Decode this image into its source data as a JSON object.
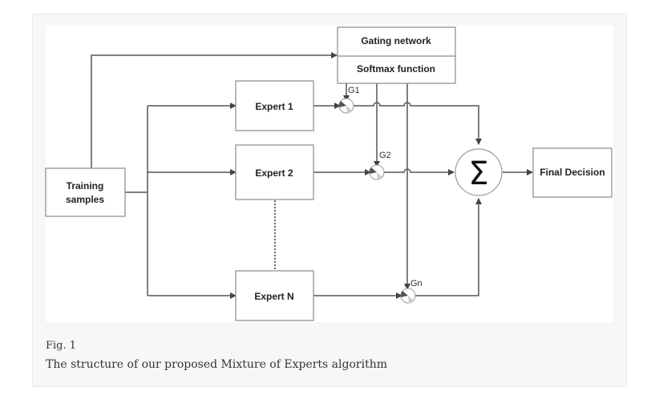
{
  "figure": {
    "label": "Fig. 1",
    "caption": "The structure of our proposed Mixture of Experts algorithm"
  },
  "diagram": {
    "nodes": {
      "training": [
        "Training",
        "samples"
      ],
      "gating": "Gating network",
      "softmax": "Softmax function",
      "expert1": "Expert 1",
      "expert2": "Expert 2",
      "expertN": "Expert N",
      "sum": "Σ",
      "final": "Final Decision"
    },
    "gates": {
      "g1": "G1",
      "g2": "G2",
      "gn": "Gn"
    }
  }
}
